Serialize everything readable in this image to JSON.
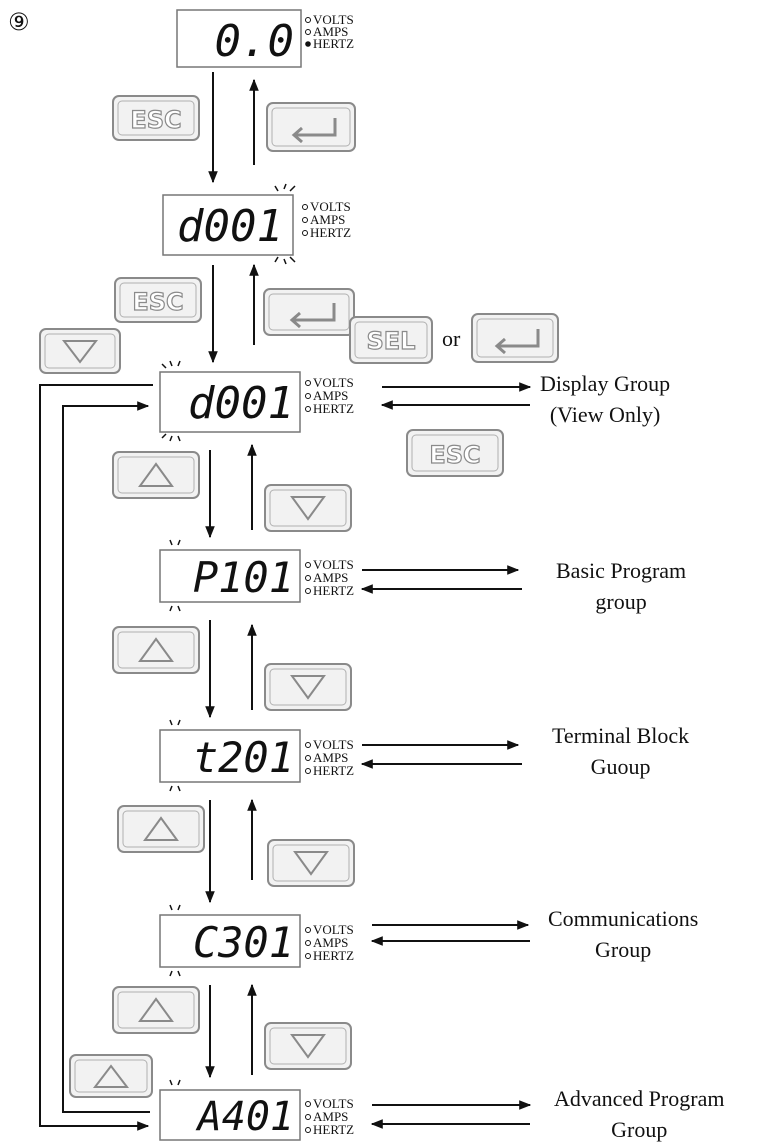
{
  "step_marker": "⑨",
  "indicators": {
    "volts": "VOLTS",
    "amps": "AMPS",
    "hertz": "HERTZ"
  },
  "keys": {
    "esc": "ESC",
    "sel": "SEL"
  },
  "or_text": "or",
  "displays": [
    {
      "id": "frequency",
      "text": "0.0",
      "active_indicator": "hertz"
    },
    {
      "id": "display-select",
      "text": "d001",
      "active_indicator": ""
    },
    {
      "id": "display-group",
      "text": "d001",
      "active_indicator": ""
    },
    {
      "id": "basic-program",
      "text": "P101",
      "active_indicator": ""
    },
    {
      "id": "terminal-block",
      "text": "t201",
      "active_indicator": ""
    },
    {
      "id": "communications",
      "text": "C301",
      "active_indicator": ""
    },
    {
      "id": "advanced-program",
      "text": "A401",
      "active_indicator": ""
    }
  ],
  "groups": {
    "display": {
      "line1": "Display Group",
      "line2": "(View Only)"
    },
    "basic": {
      "line1": "Basic Program",
      "line2": "group"
    },
    "terminal": {
      "line1": "Terminal Block",
      "line2": "Guoup"
    },
    "communications": {
      "line1": "Communications",
      "line2": "Group"
    },
    "advanced": {
      "line1": "Advanced Program",
      "line2": "Group"
    }
  },
  "colors": {
    "ink": "#111111",
    "key_border": "#8a8a8a",
    "key_fill": "#f2f2f2",
    "panel_border": "#777777"
  }
}
